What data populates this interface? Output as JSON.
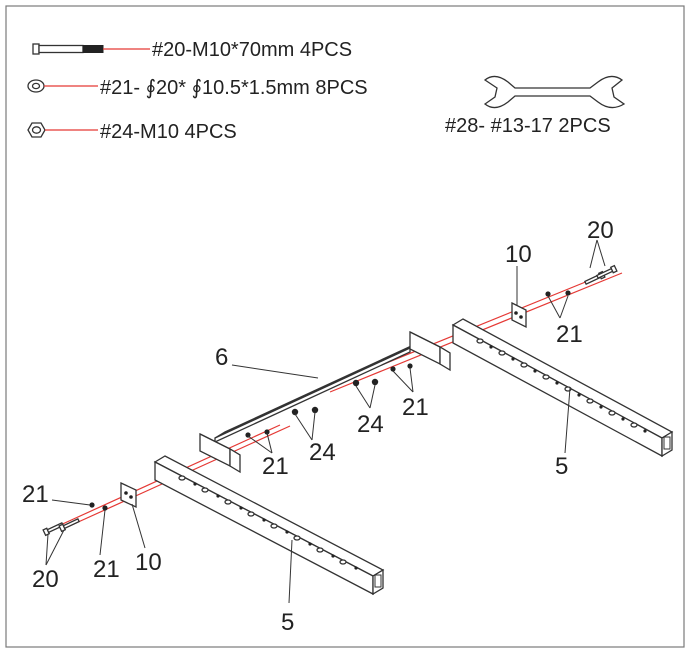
{
  "legend": {
    "bolt": "#20-M10*70mm 4PCS",
    "washer": "#21- ∮20* ∮10.5*1.5mm 8PCS",
    "nut": "#24-M10  4PCS",
    "wrench": "#28- #13-17 2PCS"
  },
  "callouts": {
    "c20_top": "20",
    "c10_top": "10",
    "c21_top": "21",
    "c6": "6",
    "c21_mid": "21",
    "c24_mid": "24",
    "c5_right": "5",
    "c21_center": "21",
    "c24_center": "24",
    "c21_left": "21",
    "c20_left": "20",
    "c21_bottom": "21",
    "c10_left": "10",
    "c5_left": "5"
  },
  "colors": {
    "border": "#7a7a7a",
    "line": "#333333",
    "axis": "#e53935"
  }
}
